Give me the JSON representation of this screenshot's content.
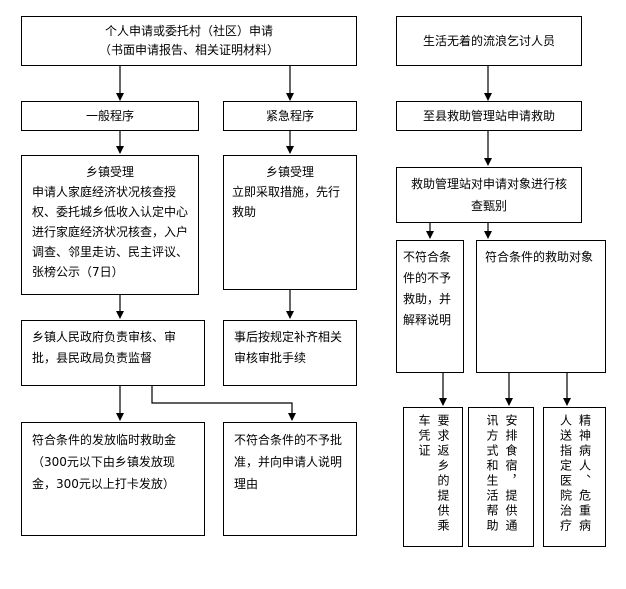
{
  "left": {
    "apply": {
      "line1": "个人申请或委托村（社区）申请",
      "line2": "（书面申请报告、相关证明材料）"
    },
    "general": "一般程序",
    "urgent": "紧急程序",
    "town_general": {
      "title": "乡镇受理",
      "body": "申请人家庭经济状况核查授权、委托城乡低收入认定中心进行家庭经济状况核查，入户调查、邻里走访、民主评议、张榜公示（7日）"
    },
    "town_urgent": {
      "title": "乡镇受理",
      "body": "立即采取措施，先行救助"
    },
    "review": "乡镇人民政府负责审核、审批，县民政局负责监督",
    "supplement": "事后按规定补齐相关审核审批手续",
    "grant": "符合条件的发放临时救助金（300元以下由乡镇发放现金，300元以上打卡发放）",
    "reject": "不符合条件的不予批准，并向申请人说明理由"
  },
  "right": {
    "homeless": "生活无着的流浪乞讨人员",
    "apply_station": "至县救助管理站申请救助",
    "verify": "救助管理站对申请对象进行核查甄别",
    "not_eligible": "不符合条件的不予救助，并解释说明",
    "eligible": "符合条件的救助对象",
    "return_home": "要求返乡的提供乘车凭证",
    "arrange": "安排食宿，提供通讯方式和生活帮助",
    "hospital": "精神病人、危重病人送指定医院治疗"
  }
}
